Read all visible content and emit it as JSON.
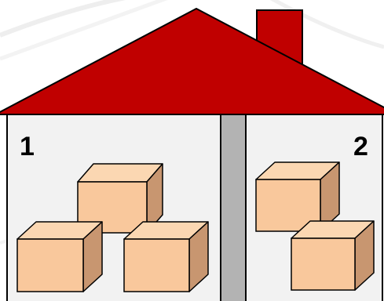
{
  "rooms": [
    {
      "label": "1",
      "box_count": 3
    },
    {
      "label": "2",
      "box_count": 2
    }
  ],
  "colors": {
    "roof": "#c00000",
    "chimney": "#c00000",
    "outline": "#000000",
    "wall": "#f2f2f2",
    "divider": "#b3b3b3",
    "box_front": "#f9c89c",
    "box_top": "#fbd7b2",
    "box_side": "#c89670"
  }
}
